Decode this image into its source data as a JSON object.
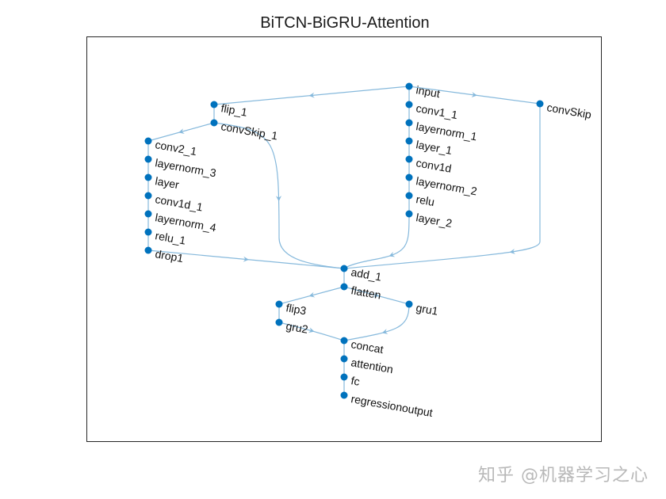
{
  "title": "BiTCN-BiGRU-Attention",
  "watermark": "知乎 @机器学习之心",
  "colors": {
    "node": "#0072bd",
    "edge": "#86b9dc",
    "frame": "#262626"
  },
  "nodes": [
    {
      "id": "input",
      "label": "input"
    },
    {
      "id": "conv1_1",
      "label": "conv1_1"
    },
    {
      "id": "layernorm_1",
      "label": "layernorm_1"
    },
    {
      "id": "layer_1",
      "label": "layer_1"
    },
    {
      "id": "conv1d",
      "label": "conv1d"
    },
    {
      "id": "layernorm_2",
      "label": "layernorm_2"
    },
    {
      "id": "relu",
      "label": "relu"
    },
    {
      "id": "layer_2",
      "label": "layer_2"
    },
    {
      "id": "convSkip",
      "label": "convSkip"
    },
    {
      "id": "flip_1",
      "label": "flip_1"
    },
    {
      "id": "convSkip_1",
      "label": "convSkip_1"
    },
    {
      "id": "conv2_1",
      "label": "conv2_1"
    },
    {
      "id": "layernorm_3",
      "label": "layernorm_3"
    },
    {
      "id": "layer",
      "label": "layer"
    },
    {
      "id": "conv1d_1",
      "label": "conv1d_1"
    },
    {
      "id": "layernorm_4",
      "label": "layernorm_4"
    },
    {
      "id": "relu_1",
      "label": "relu_1"
    },
    {
      "id": "drop1",
      "label": "drop1"
    },
    {
      "id": "add_1",
      "label": "add_1"
    },
    {
      "id": "flatten",
      "label": "flatten"
    },
    {
      "id": "flip3",
      "label": "flip3"
    },
    {
      "id": "gru2",
      "label": "gru2"
    },
    {
      "id": "gru1",
      "label": "gru1"
    },
    {
      "id": "concat",
      "label": "concat"
    },
    {
      "id": "attention",
      "label": "attention"
    },
    {
      "id": "fc",
      "label": "fc"
    },
    {
      "id": "regressionoutput",
      "label": "regressionoutput"
    }
  ],
  "edges": [
    [
      "input",
      "conv1_1"
    ],
    [
      "conv1_1",
      "layernorm_1"
    ],
    [
      "layernorm_1",
      "layer_1"
    ],
    [
      "layer_1",
      "conv1d"
    ],
    [
      "conv1d",
      "layernorm_2"
    ],
    [
      "layernorm_2",
      "relu"
    ],
    [
      "relu",
      "layer_2"
    ],
    [
      "input",
      "flip_1"
    ],
    [
      "input",
      "convSkip"
    ],
    [
      "flip_1",
      "convSkip_1"
    ],
    [
      "convSkip_1",
      "conv2_1"
    ],
    [
      "conv2_1",
      "layernorm_3"
    ],
    [
      "layernorm_3",
      "layer"
    ],
    [
      "layer",
      "conv1d_1"
    ],
    [
      "conv1d_1",
      "layernorm_4"
    ],
    [
      "layernorm_4",
      "relu_1"
    ],
    [
      "relu_1",
      "drop1"
    ],
    [
      "drop1",
      "add_1"
    ],
    [
      "convSkip_1",
      "add_1"
    ],
    [
      "layer_2",
      "add_1"
    ],
    [
      "convSkip",
      "add_1"
    ],
    [
      "add_1",
      "flatten"
    ],
    [
      "flatten",
      "flip3"
    ],
    [
      "flatten",
      "gru1"
    ],
    [
      "flip3",
      "gru2"
    ],
    [
      "gru2",
      "concat"
    ],
    [
      "gru1",
      "concat"
    ],
    [
      "concat",
      "attention"
    ],
    [
      "attention",
      "fc"
    ],
    [
      "fc",
      "regressionoutput"
    ]
  ]
}
